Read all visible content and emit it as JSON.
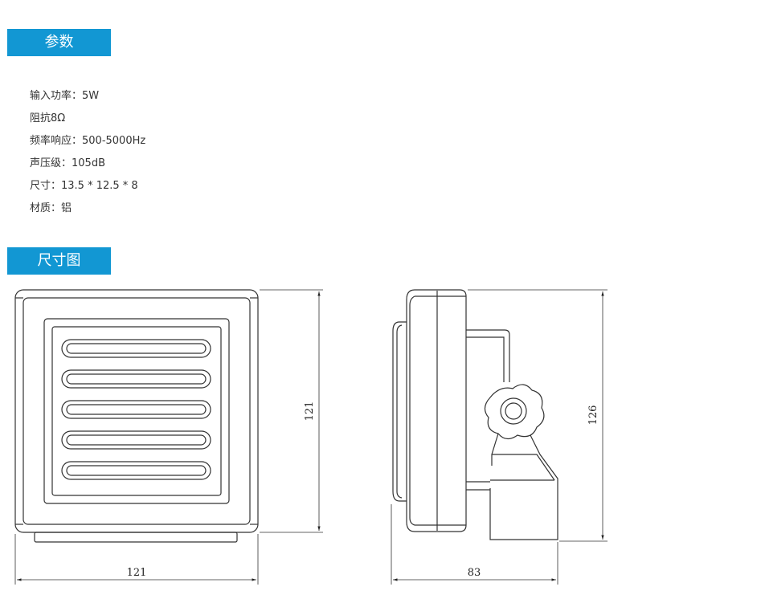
{
  "sections": {
    "params_title": "参数",
    "dims_title": "尺寸图"
  },
  "specs": [
    "输入功率：5W",
    "阻抗8Ω",
    "频率响应：500-5000Hz",
    "声压级：105dB",
    "尺寸：13.5 * 12.5 * 8",
    "材质：铝"
  ],
  "dimensions": {
    "front_width": "121",
    "front_height": "121",
    "side_depth": "83",
    "side_height": "126"
  },
  "colors": {
    "header_bg": "#1297d3",
    "header_text": "#ffffff",
    "body_text": "#333333",
    "line": "#333333"
  }
}
